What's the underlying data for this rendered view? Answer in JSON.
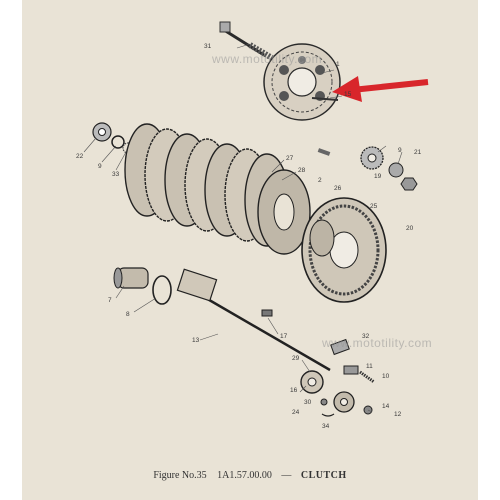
{
  "figure": {
    "number": "Figure No.35",
    "code": "1A1.57.00.00",
    "separator": "—",
    "title": "CLUTCH"
  },
  "watermark": "www.mototility.com",
  "arrow_color": "#d8262b",
  "labels": {
    "l31": "31",
    "l1": "1",
    "l15": "15",
    "l22": "22",
    "l9": "9",
    "l33": "33",
    "l27": "27",
    "l28": "28",
    "l2": "2",
    "l26": "26",
    "l25": "25",
    "l20": "20",
    "l19": "19",
    "l9b": "9",
    "l21": "21",
    "l7": "7",
    "l8": "8",
    "l13": "13",
    "l17": "17",
    "l29": "29",
    "l32": "32",
    "l11": "11",
    "l10": "10",
    "l16": "16",
    "l30": "30",
    "l24": "24",
    "l34": "34",
    "l14": "14",
    "l12": "12"
  }
}
